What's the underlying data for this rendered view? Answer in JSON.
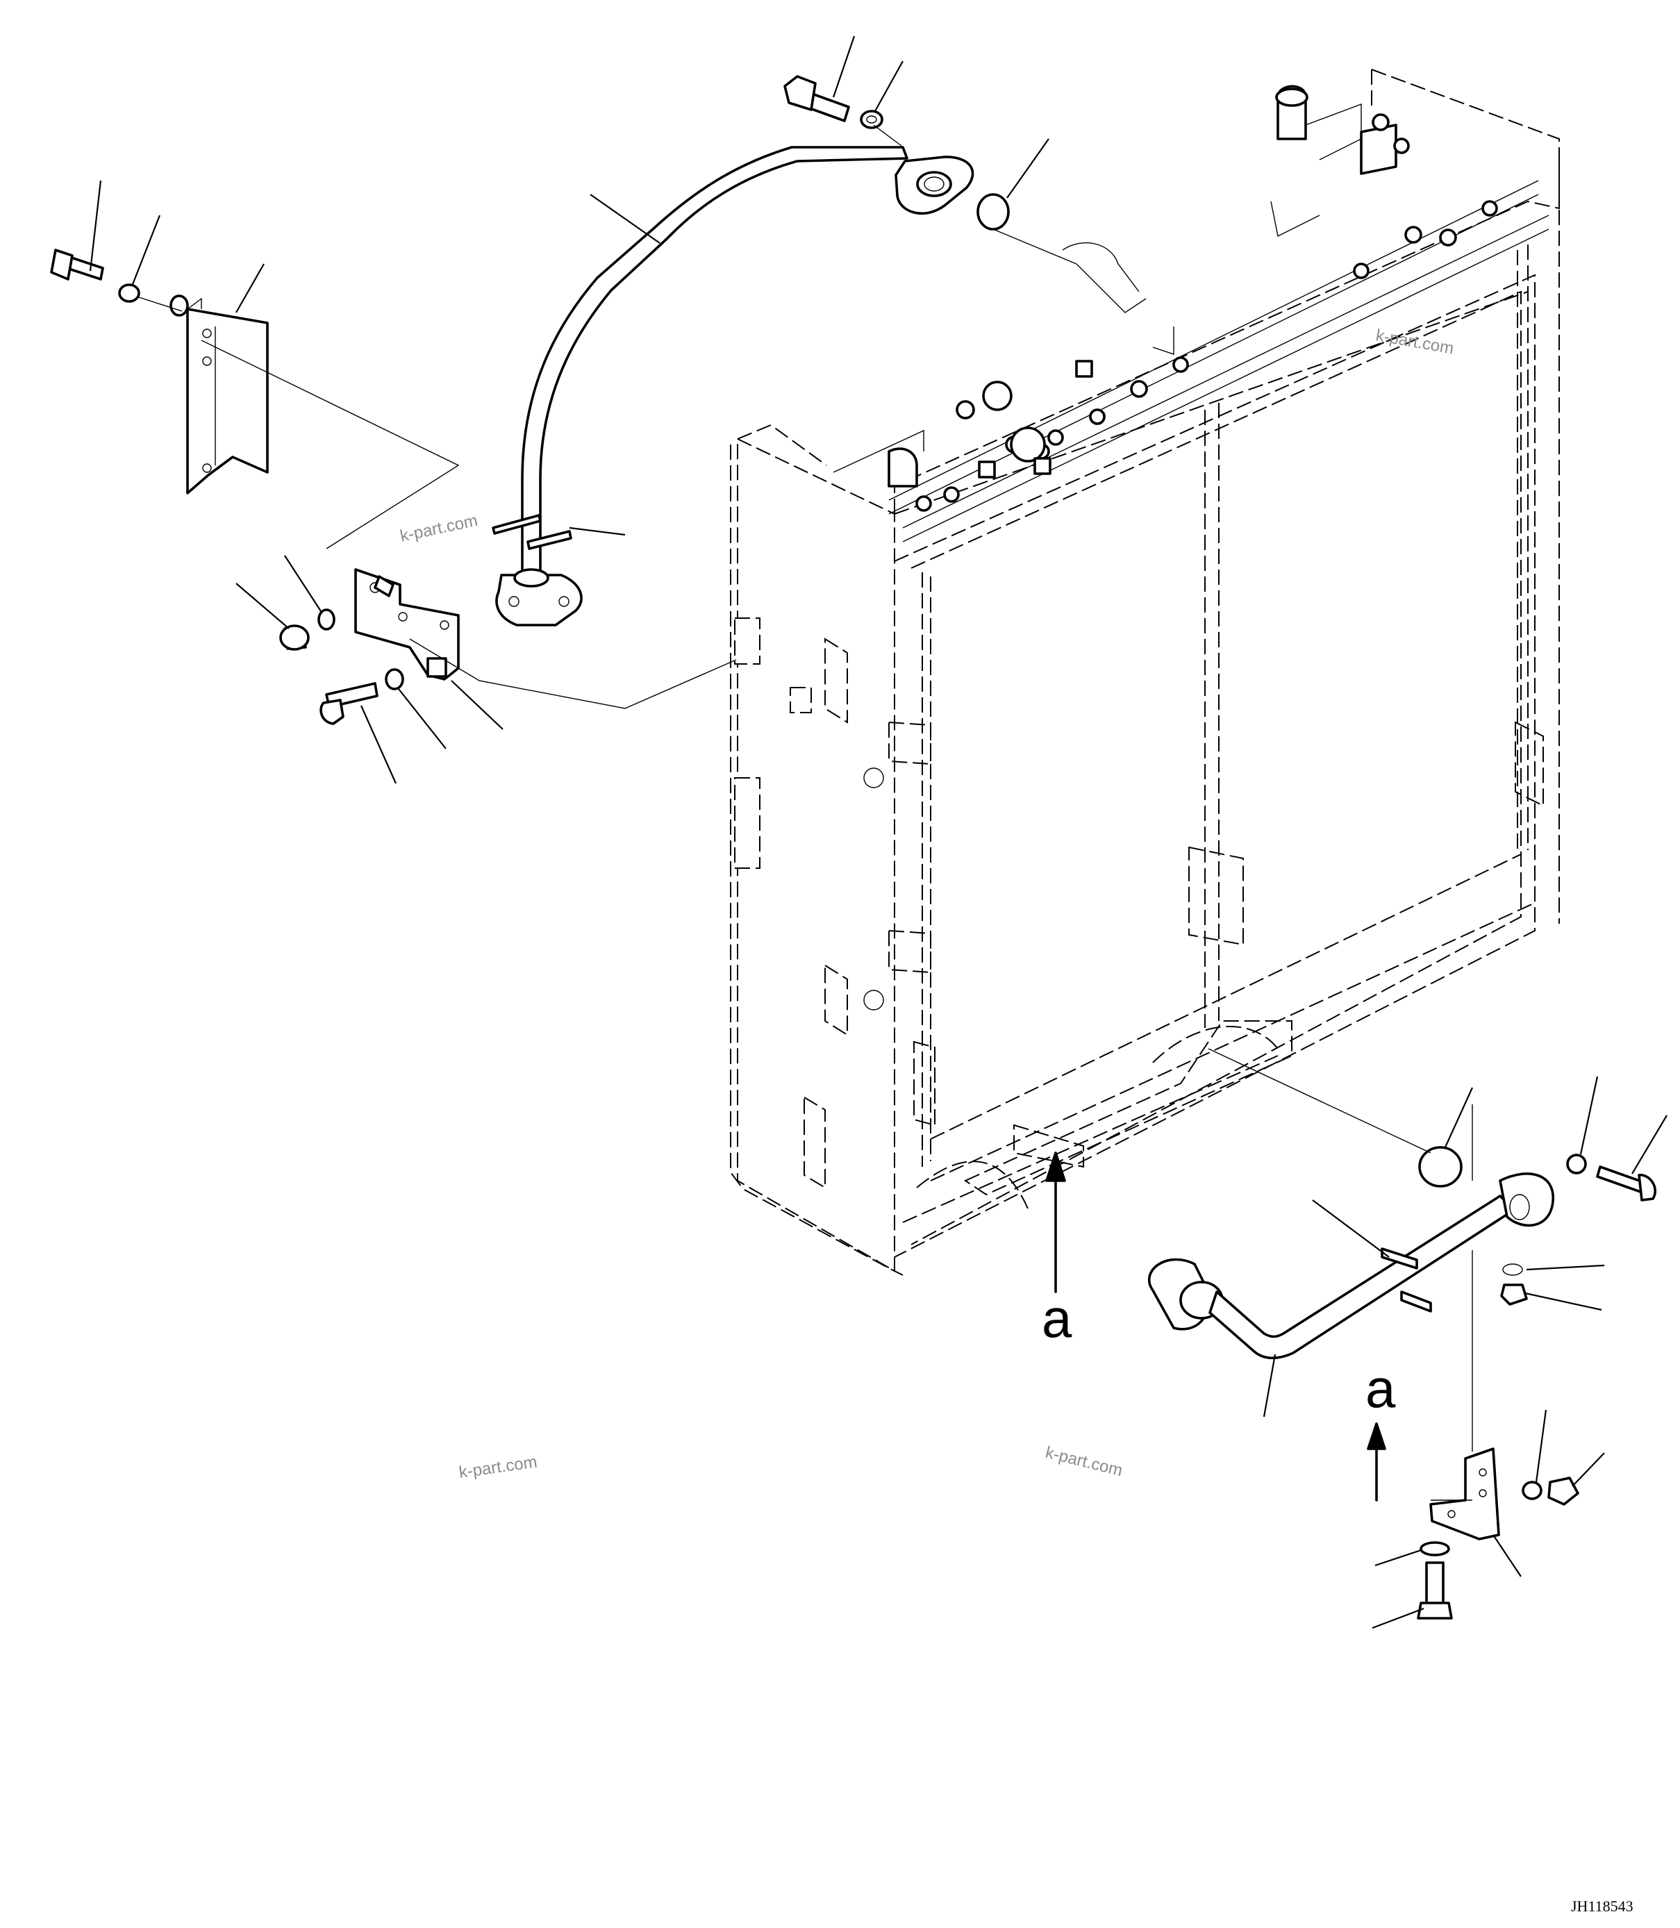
{
  "diagram": {
    "watermarks": [
      "k-part.com",
      "k-part.com",
      "k-part.com",
      "k-part.com"
    ],
    "view_callouts": [
      "a",
      "a"
    ],
    "drawing_code": "JH118543"
  }
}
